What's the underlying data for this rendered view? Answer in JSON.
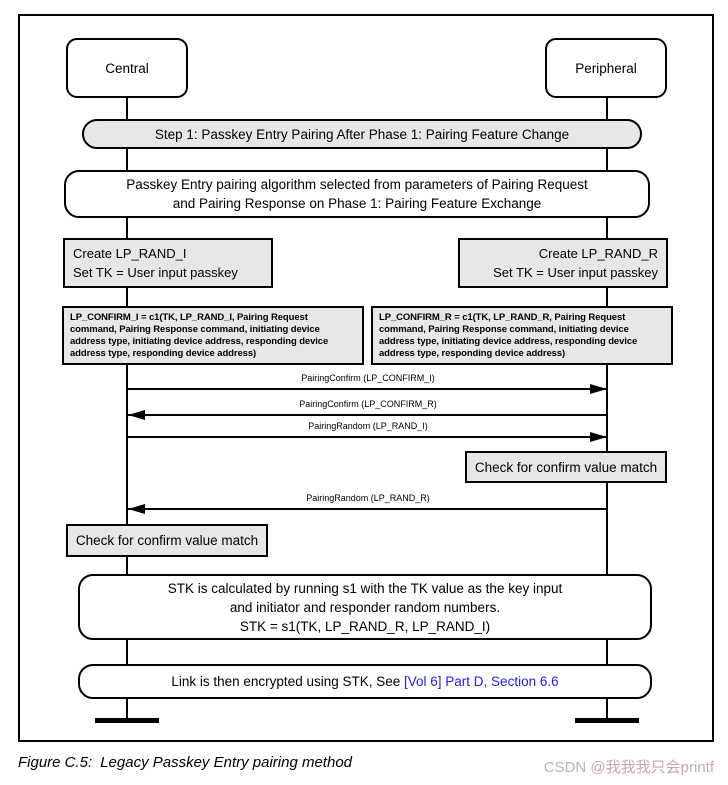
{
  "colors": {
    "box_fill": "#e7e7e7",
    "link_blue": "#2323d4",
    "line": "#000000"
  },
  "actors": {
    "central": "Central",
    "peripheral": "Peripheral"
  },
  "step_banner": "Step 1: Passkey Entry Pairing After Phase 1: Pairing Feature Change",
  "algorithm_note": {
    "line1": "Passkey Entry pairing algorithm selected from parameters of Pairing Request",
    "line2": "and Pairing Response on Phase 1: Pairing Feature Exchange"
  },
  "create_left": {
    "line1": "Create LP_RAND_I",
    "line2": "Set TK = User input passkey"
  },
  "create_right": {
    "line1": "Create LP_RAND_R",
    "line2": "Set TK = User input passkey"
  },
  "confirm_calc_left": "LP_CONFIRM_I = c1(TK, LP_RAND_I, Pairing Request command, Pairing Response command, initiating device address type, initiating device address, responding device address type, responding device address)",
  "confirm_calc_right": "LP_CONFIRM_R = c1(TK, LP_RAND_R, Pairing Request command, Pairing Response command, initiating device address type, initiating device address, responding device address type, responding device address)",
  "messages": [
    {
      "label": "PairingConfirm (LP_CONFIRM_I)",
      "direction": "right"
    },
    {
      "label": "PairingConfirm (LP_CONFIRM_R)",
      "direction": "left"
    },
    {
      "label": "PairingRandom (LP_RAND_I)",
      "direction": "right"
    },
    {
      "label": "PairingRandom (LP_RAND_R)",
      "direction": "left"
    }
  ],
  "check_peripheral": "Check for confirm value match",
  "check_central": "Check for confirm value match",
  "stk_note": {
    "line1": "STK is calculated by running s1 with the TK value as the key input",
    "line2": "and initiator and responder random numbers.",
    "line3": "STK = s1(TK, LP_RAND_R, LP_RAND_I)"
  },
  "encrypt_note": {
    "prefix": "Link is then encrypted using STK, See ",
    "link": "[Vol 6] Part D, Section 6.6"
  },
  "caption": {
    "figure_label": "Figure C.5:",
    "figure_title": "Legacy Passkey Entry pairing method"
  },
  "watermark": {
    "prefix": "CSDN ",
    "handle": "@我我我只会printf"
  }
}
